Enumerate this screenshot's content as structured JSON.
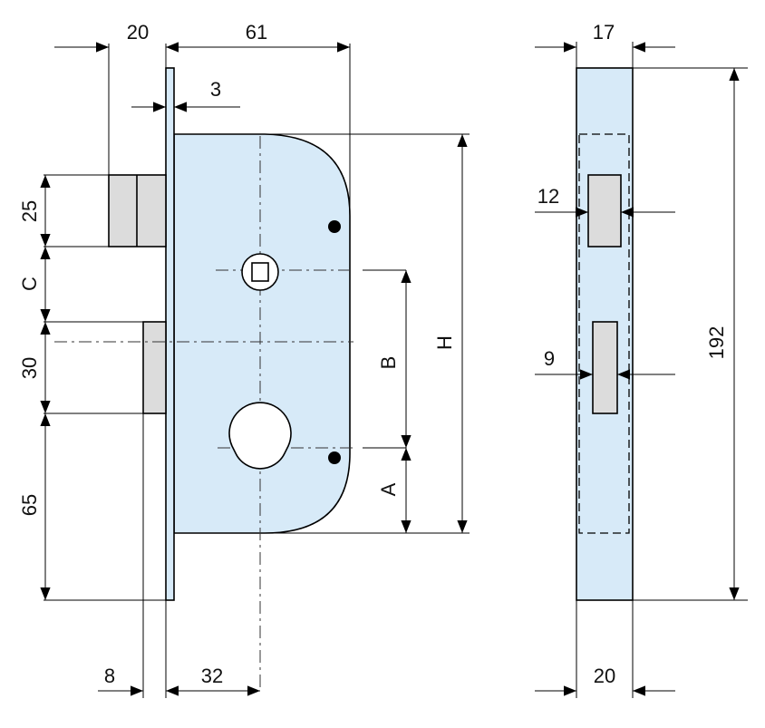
{
  "labels": {
    "front_width": "20",
    "case_depth": "61",
    "plate_thickness": "3",
    "deadbolt_height": "25",
    "spacing_c": "C",
    "latch_height": "30",
    "lower_offset": "65",
    "latch_projection": "8",
    "backset": "32",
    "spacing_b": "B",
    "spacing_a": "A",
    "case_height": "H",
    "faceplate_inner_width": "17",
    "bolt_slot_width": "12",
    "latch_slot_width": "9",
    "faceplate_length": "192",
    "faceplate_width": "20"
  },
  "colors": {
    "body_fill": "#d7eaf8",
    "bolt_fill": "#dcdcdc",
    "line": "#000000"
  }
}
